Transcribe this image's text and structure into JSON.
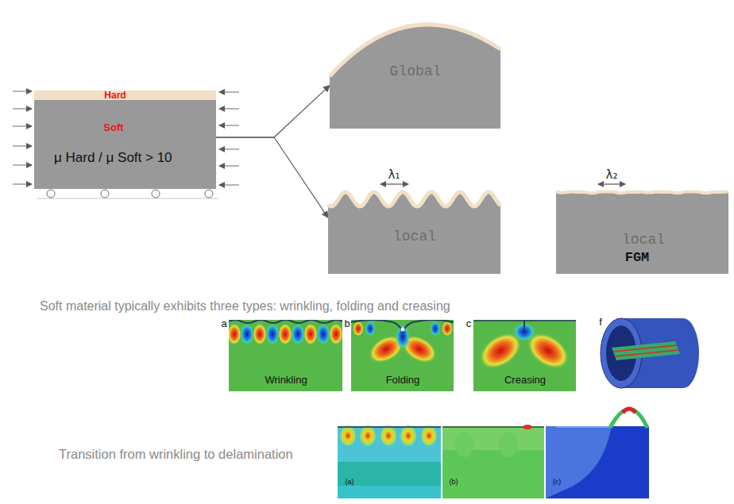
{
  "diagram": {
    "nodes": [
      {
        "text": [
          "Hard"
        ]
      },
      {
        "text": [
          "Soft",
          "μ Hard / μ Soft > 10"
        ]
      },
      {
        "text": [
          "Global"
        ]
      },
      {
        "text": [
          "local"
        ]
      },
      {
        "text": [
          "local",
          "FGM"
        ]
      },
      {
        "text": [
          "Wrinkling"
        ]
      },
      {
        "text": [
          "Folding"
        ]
      },
      {
        "text": [
          "Creasing"
        ]
      }
    ],
    "edges": [
      {
        "from": 1,
        "to": 2,
        "arrow": "to"
      },
      {
        "from": 1,
        "to": 3,
        "arrow": "to"
      }
    ],
    "labels": [
      "λ₁",
      "λ₂",
      "Soft material typically exhibits three types: wrinkling, folding and creasing",
      "a",
      "b",
      "c",
      "f",
      "Transition from wrinkling to delamination",
      "(a)",
      "(b)",
      "(c)"
    ]
  }
}
